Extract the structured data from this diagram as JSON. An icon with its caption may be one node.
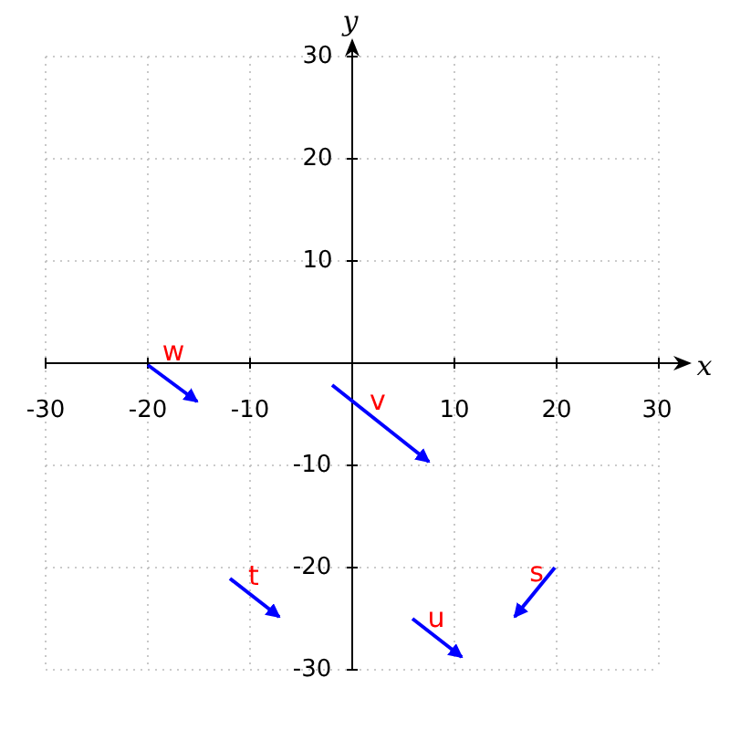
{
  "diagram": {
    "labels": [
      "y",
      "30",
      "20",
      "10",
      "x",
      "-30",
      "-20",
      "w",
      "-10",
      "v",
      "10",
      "20",
      "30",
      "-10",
      "-20",
      "t",
      "s",
      "u",
      "-30"
    ]
  }
}
